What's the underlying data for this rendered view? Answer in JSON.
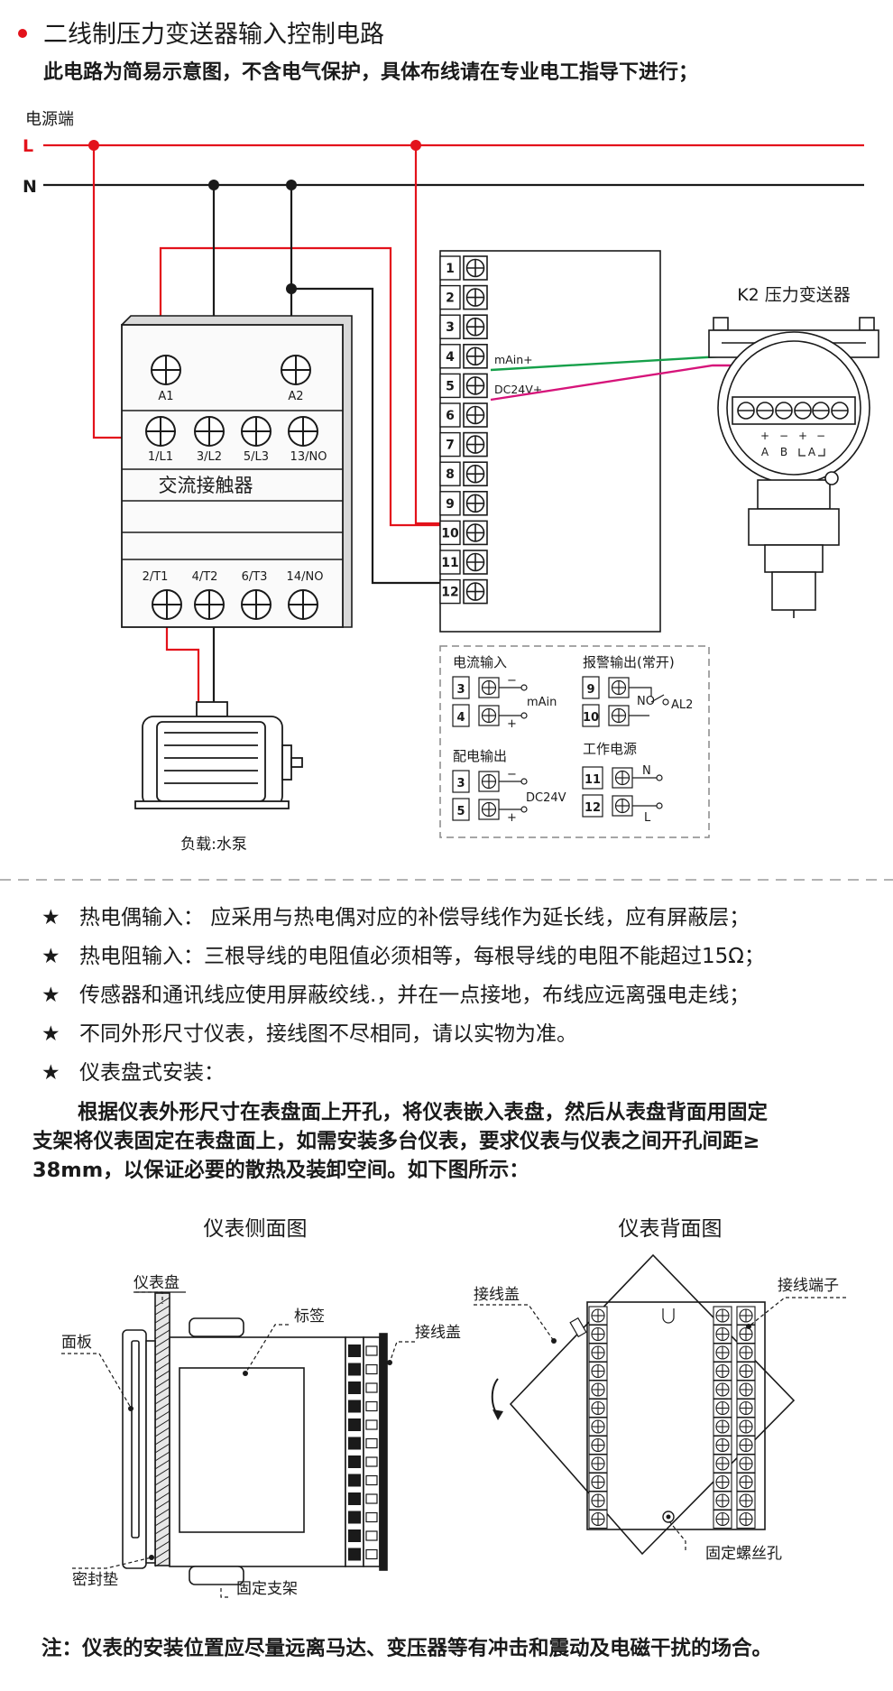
{
  "header": {
    "title": "二线制压力变送器输入控制电路",
    "subtitle": "此电路为简易示意图，不含电气保护，具体布线请在专业电工指导下进行；"
  },
  "colors": {
    "accent": "#e3121b",
    "live_wire": "#e3121b",
    "neutral_wire": "#1a1a1a",
    "signal_green": "#16a04a",
    "signal_magenta": "#d6147a",
    "panel_bg": "#f4f4f4"
  },
  "power": {
    "label": "电源端",
    "line_l": "L",
    "line_n": "N"
  },
  "contactor": {
    "name": "交流接触器",
    "coil_terminals": [
      "A1",
      "A2"
    ],
    "main_terminals": [
      "1/L1",
      "3/L2",
      "5/L3",
      "13/NO"
    ],
    "out_terminals": [
      "2/T1",
      "4/T2",
      "6/T3",
      "14/NO"
    ]
  },
  "load": {
    "label": "负载:水泵"
  },
  "terminal_block": {
    "numbers": [
      "1",
      "2",
      "3",
      "4",
      "5",
      "6",
      "7",
      "8",
      "9",
      "10",
      "11",
      "12"
    ],
    "label_4": "mAin+",
    "label_5": "DC24V+"
  },
  "transmitter": {
    "label": "K2 压力变送器",
    "polarity": [
      "+",
      "−",
      "+",
      "−"
    ],
    "letters": [
      "A",
      "B",
      "A"
    ]
  },
  "legend": {
    "current_input": {
      "title": "电流输入",
      "terminals": [
        "3",
        "4"
      ],
      "signs": [
        "−",
        "+"
      ],
      "value": "mAin"
    },
    "alarm_output": {
      "title": "报警输出(常开)",
      "terminals": [
        "9",
        "10"
      ],
      "no": "NO",
      "al": "AL2"
    },
    "power_output": {
      "title": "配电输出",
      "terminals": [
        "3",
        "5"
      ],
      "signs": [
        "−",
        "+"
      ],
      "value": "DC24V"
    },
    "work_power": {
      "title": "工作电源",
      "terminals": [
        "11",
        "12"
      ],
      "n": "N",
      "l": "L"
    }
  },
  "notes": {
    "star": "★",
    "items": [
      "热电偶输入： 应采用与热电偶对应的补偿导线作为延长线，应有屏蔽层；",
      "热电阻输入：三根导线的电阻值必须相等，每根导线的电阻不能超过15Ω；",
      "传感器和通讯线应使用屏蔽绞线.，并在一点接地，布线应远离强电走线；",
      "不同外形尺寸仪表，接线图不尽相同，请以实物为准。",
      "仪表盘式安装："
    ],
    "paragraph": [
      "根据仪表外形尺寸在表盘面上开孔，将仪表嵌入表盘，然后从表盘背面用固定",
      "支架将仪表固定在表盘面上，如需安装多台仪表，要求仪表与仪表之间开孔间距≥",
      "38mm，以保证必要的散热及装卸空间。如下图所示："
    ]
  },
  "side_view": {
    "title": "仪表侧面图",
    "labels": {
      "panel_board": "仪表盘",
      "face": "面板",
      "tag": "标签",
      "terminal_cover": "接线盖",
      "gasket": "密封垫",
      "bracket": "固定支架"
    }
  },
  "back_view": {
    "title": "仪表背面图",
    "labels": {
      "terminal_cover": "接线盖",
      "terminals": "接线端子",
      "screw_hole": "固定螺丝孔"
    }
  },
  "footer": {
    "note": "注：仪表的安装位置应尽量远离马达、变压器等有冲击和震动及电磁干扰的场合。"
  }
}
